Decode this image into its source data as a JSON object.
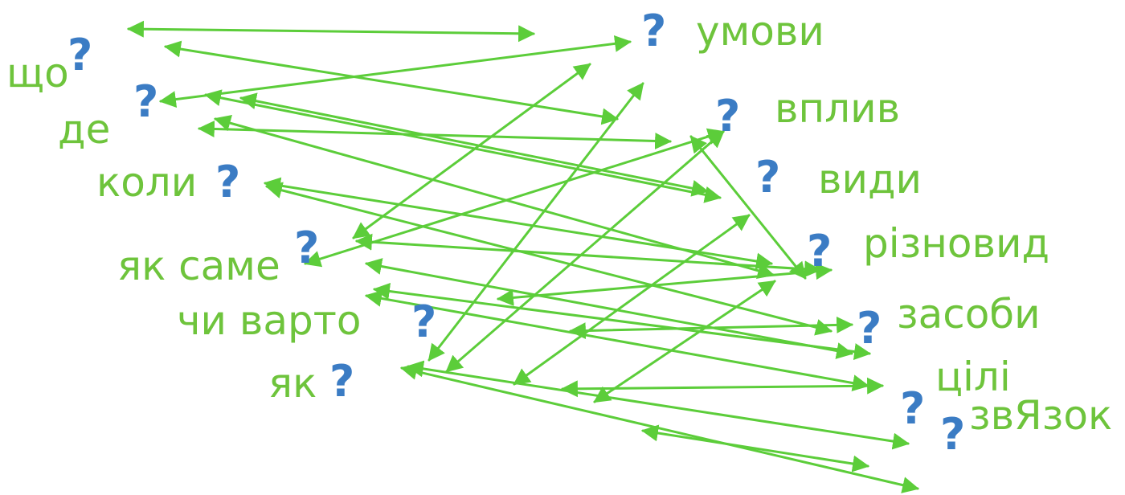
{
  "colors": {
    "word_text": "#6ec43c",
    "question_mark": "#3b7cc4",
    "arrow": "#5ccd3a",
    "background": "#ffffff"
  },
  "question_symbol": "?",
  "left_words": [
    {
      "id": "shcho",
      "label": "що"
    },
    {
      "id": "de",
      "label": "де"
    },
    {
      "id": "koly",
      "label": "коли"
    },
    {
      "id": "yak_same",
      "label": "як саме"
    },
    {
      "id": "chy_varto",
      "label": "чи варто"
    },
    {
      "id": "yak",
      "label": "як"
    }
  ],
  "right_words": [
    {
      "id": "umovy",
      "label": "умови"
    },
    {
      "id": "vplyv",
      "label": "вплив"
    },
    {
      "id": "vydy",
      "label": "види"
    },
    {
      "id": "riznovyd",
      "label": "різновид"
    },
    {
      "id": "zasoby",
      "label": "засоби"
    },
    {
      "id": "tsili",
      "label": "цілі"
    },
    {
      "id": "zviazok",
      "label": "звЯзок"
    }
  ],
  "arrow_style": "double-headed"
}
